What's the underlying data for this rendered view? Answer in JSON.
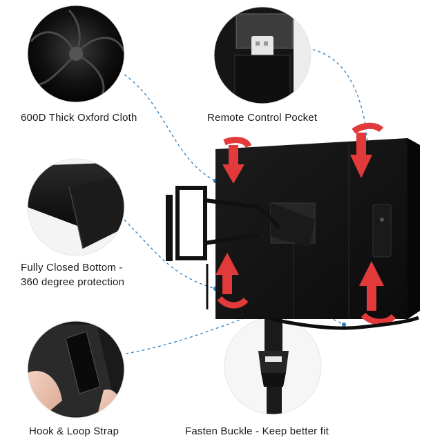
{
  "captions": {
    "oxford_cloth": "600D Thick Oxford Cloth",
    "remote_pocket": "Remote Control Pocket",
    "closed_bottom_line1": "Fully Closed Bottom -",
    "closed_bottom_line2": "360 degree protection",
    "hook_loop": "Hook & Loop Strap",
    "buckle": "Fasten  Buckle - Keep better fit"
  },
  "colors": {
    "cover": "#141414",
    "arrow": "#e23a3a",
    "dashed_line": "#2f7fbf",
    "text": "#1a1a1a"
  },
  "icons": [
    "fabric-swirl",
    "remote-pocket",
    "closed-bottom",
    "hook-loop",
    "buckle",
    "tv-mount"
  ]
}
